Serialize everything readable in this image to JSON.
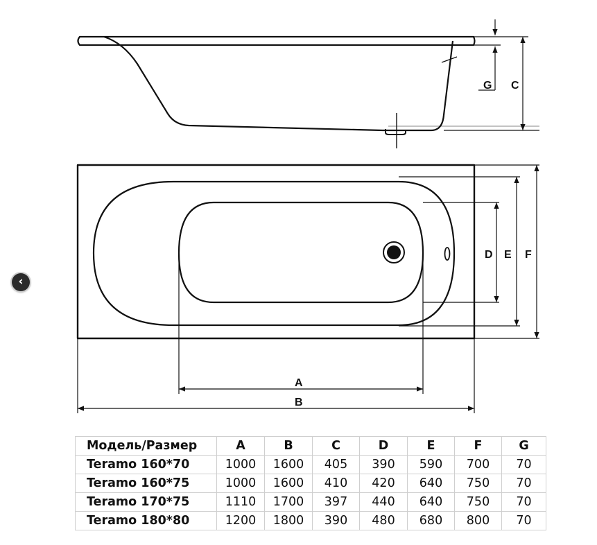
{
  "labels": {
    "a": "A",
    "b": "B",
    "c": "C",
    "d": "D",
    "e": "E",
    "f": "F",
    "g": "G"
  },
  "icons": {
    "nav": "chevron-left-icon"
  },
  "table": {
    "headers": [
      "Модель/Размер",
      "A",
      "B",
      "C",
      "D",
      "E",
      "F",
      "G"
    ],
    "rows": [
      [
        "Teramo 160*70",
        "1000",
        "1600",
        "405",
        "390",
        "590",
        "700",
        "70"
      ],
      [
        "Teramo 160*75",
        "1000",
        "1600",
        "410",
        "420",
        "640",
        "750",
        "70"
      ],
      [
        "Teramo 170*75",
        "1110",
        "1700",
        "397",
        "440",
        "640",
        "750",
        "70"
      ],
      [
        "Teramo 180*80",
        "1200",
        "1800",
        "390",
        "480",
        "680",
        "800",
        "70"
      ]
    ]
  },
  "colors": {
    "line": "#111111",
    "grid": "#cfcfcf",
    "background": "#ffffff"
  }
}
